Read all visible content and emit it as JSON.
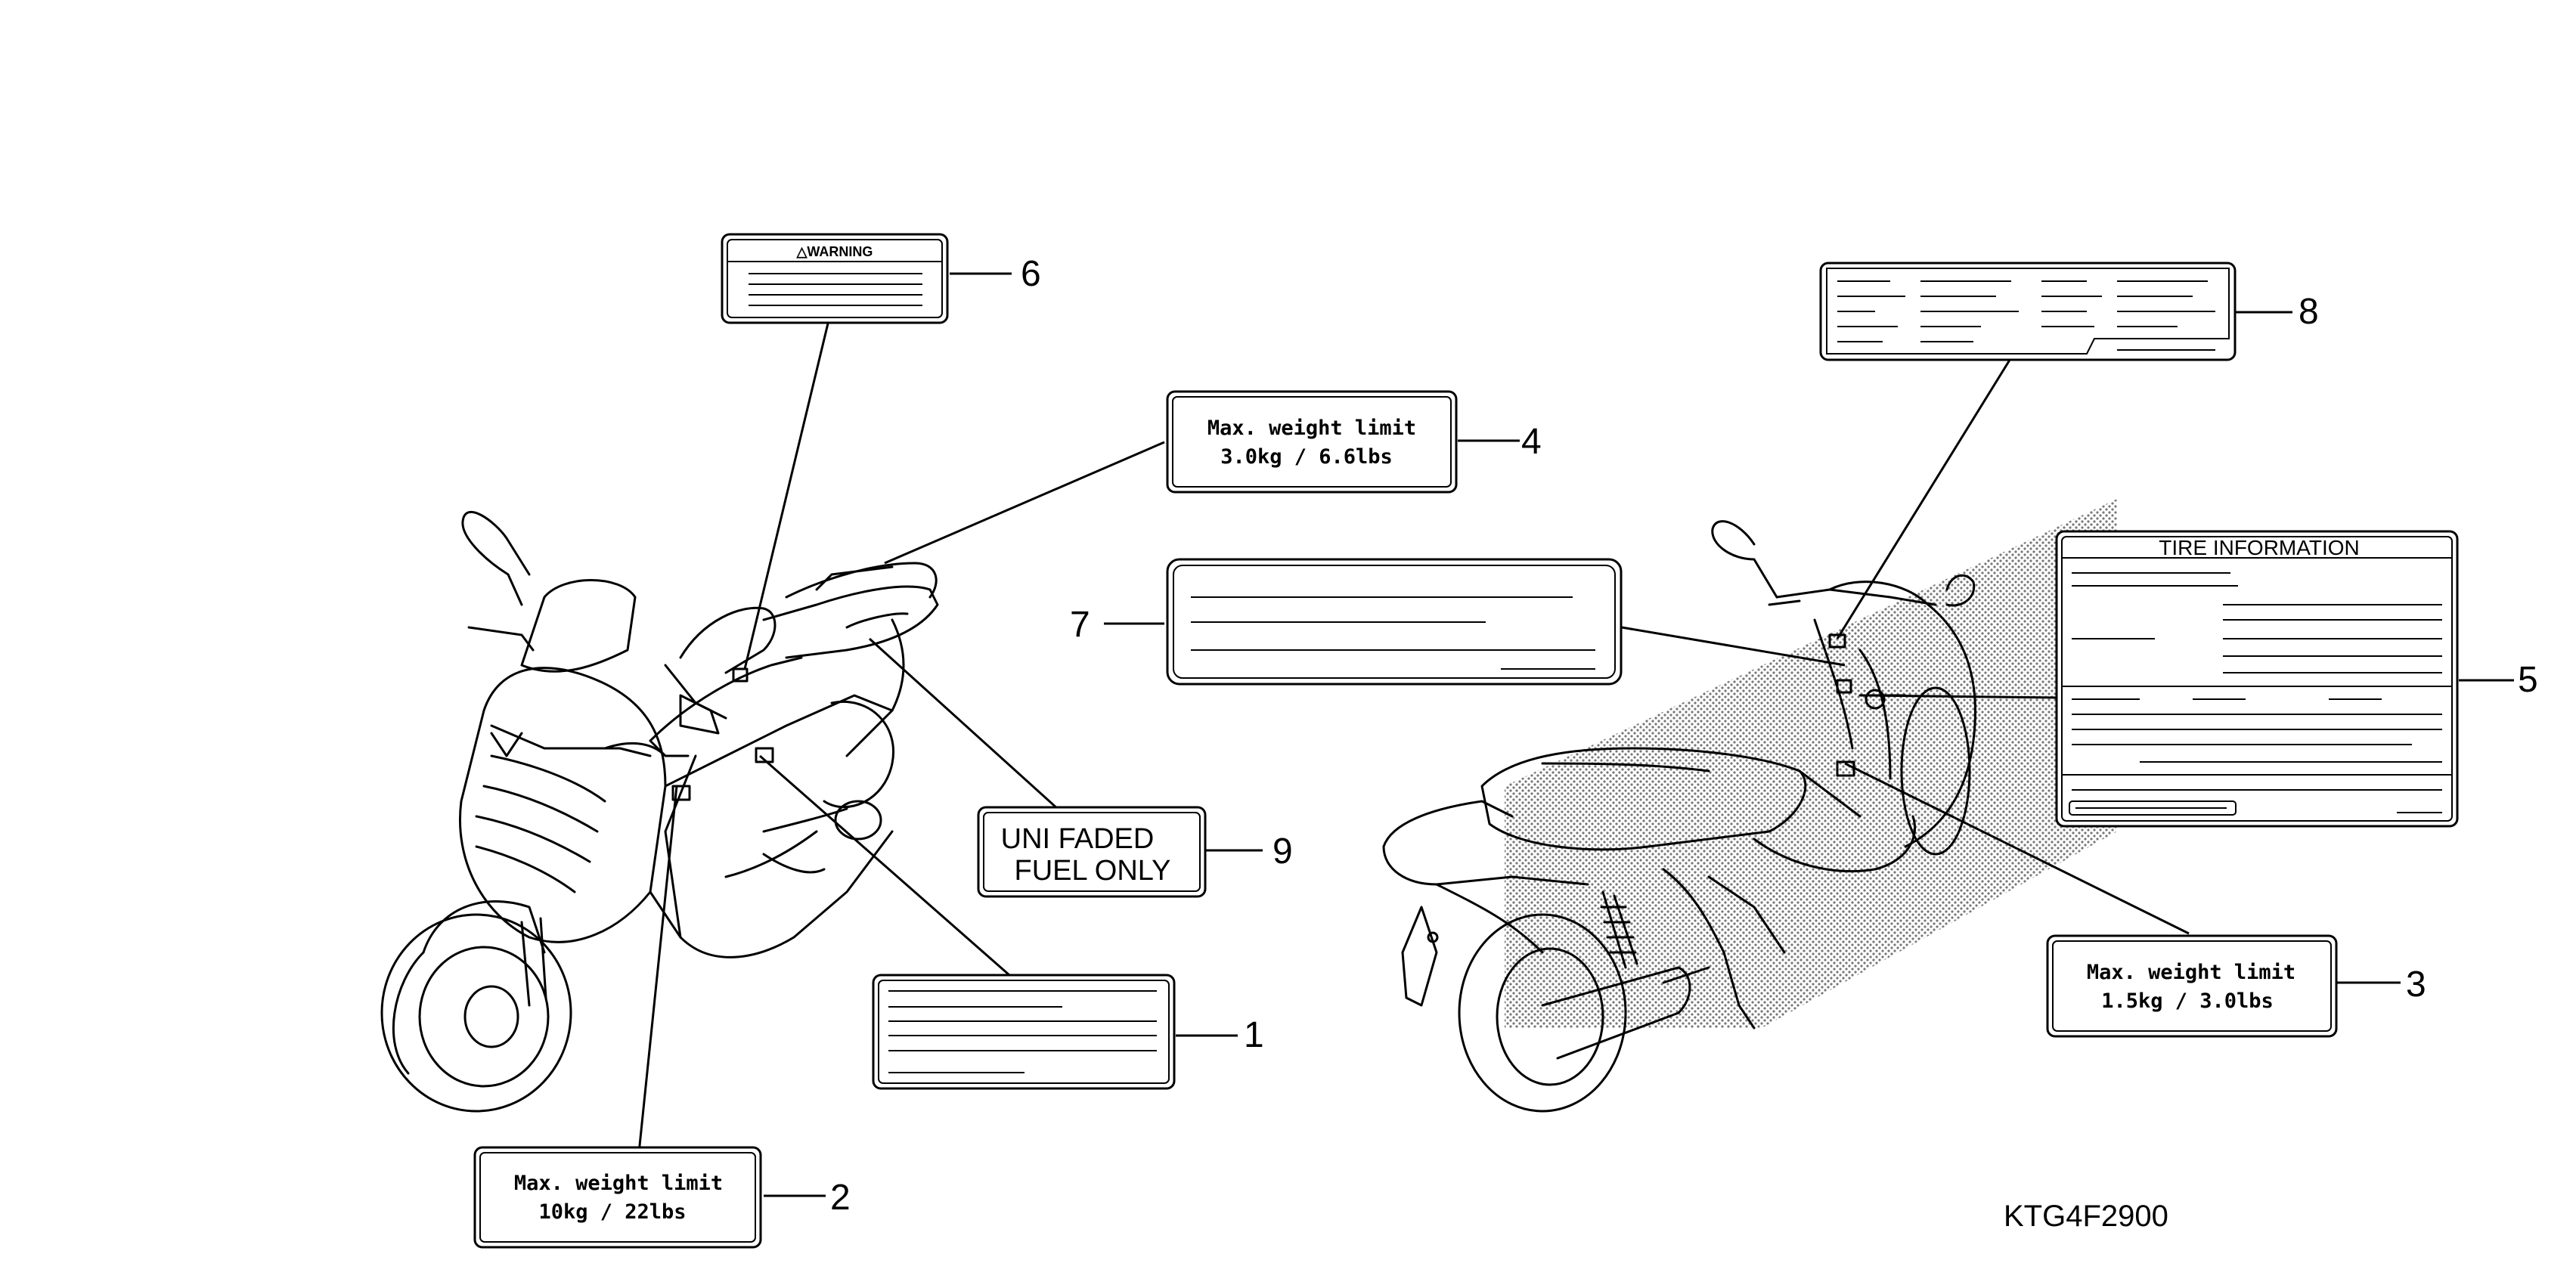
{
  "callouts": {
    "c1": "1",
    "c2": "2",
    "c3": "3",
    "c4": "4",
    "c5": "5",
    "c6": "6",
    "c7": "7",
    "c8": "8",
    "c9": "9"
  },
  "labels": {
    "warning_title": "△WARNING",
    "weight_front_line1": "Max.  weight  limit",
    "weight_front_line2": "10kg  /  22lbs",
    "weight_rear_line1": "Max.  weight  limit",
    "weight_rear_line2": "1.5kg  / 3.0lbs",
    "weight_box_line1": "Max.  weight  limit",
    "weight_box_line2": "3.0kg  / 6.6lbs",
    "tire_title": "TIRE INFORMATION",
    "fuel_line1": "UNI FADED",
    "fuel_line2": "FUEL  ONLY"
  },
  "part_code": "KTG4F2900"
}
